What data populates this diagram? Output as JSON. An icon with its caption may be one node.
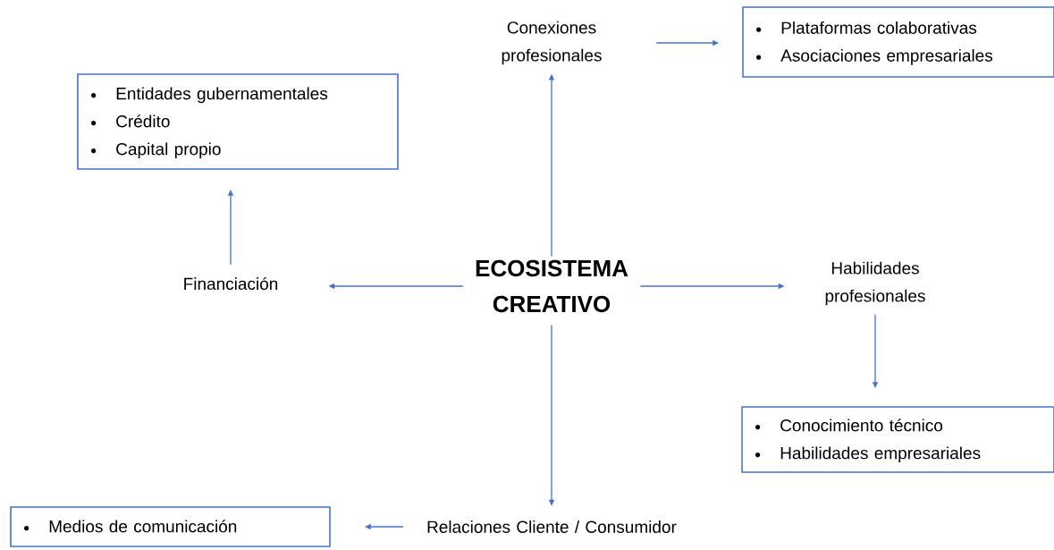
{
  "diagram": {
    "nodes": [
      {
        "text": [
          "ECOSISTEMA CREATIVO"
        ]
      },
      {
        "text": [
          "Conexiones profesionales"
        ]
      },
      {
        "text": [
          "Plataformas colaborativas",
          "Asociaciones empresariales"
        ]
      },
      {
        "text": [
          "Financiación"
        ]
      },
      {
        "text": [
          "Entidades gubernamentales",
          "Crédito",
          "Capital propio"
        ]
      },
      {
        "text": [
          "Habilidades profesionales"
        ]
      },
      {
        "text": [
          "Conocimiento técnico",
          "Habilidades empresariales"
        ]
      },
      {
        "text": [
          "Relaciones Cliente / Consumidor"
        ]
      },
      {
        "text": [
          "Medios de comunicación"
        ]
      }
    ],
    "edges": [
      {
        "from": 0,
        "to": 1,
        "arrow": "to"
      },
      {
        "from": 1,
        "to": 2,
        "arrow": "to"
      },
      {
        "from": 0,
        "to": 3,
        "arrow": "to"
      },
      {
        "from": 3,
        "to": 4,
        "arrow": "to"
      },
      {
        "from": 0,
        "to": 5,
        "arrow": "to"
      },
      {
        "from": 5,
        "to": 6,
        "arrow": "to"
      },
      {
        "from": 0,
        "to": 7,
        "arrow": "to"
      },
      {
        "from": 7,
        "to": 8,
        "arrow": "to"
      }
    ]
  }
}
